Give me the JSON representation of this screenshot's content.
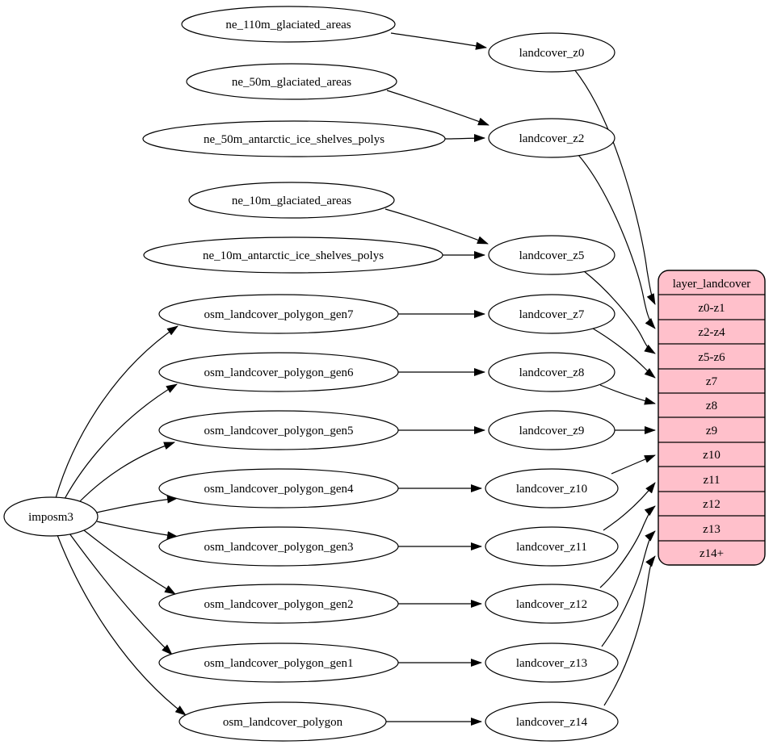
{
  "colors": {
    "background": "#ffffff",
    "node_fill": "#ffffff",
    "stroke": "#000000",
    "table_fill": "#ffc0cb"
  },
  "nodes": {
    "importer": "imposm3",
    "sources": [
      "ne_110m_glaciated_areas",
      "ne_50m_glaciated_areas",
      "ne_50m_antarctic_ice_shelves_polys",
      "ne_10m_glaciated_areas",
      "ne_10m_antarctic_ice_shelves_polys",
      "osm_landcover_polygon_gen7",
      "osm_landcover_polygon_gen6",
      "osm_landcover_polygon_gen5",
      "osm_landcover_polygon_gen4",
      "osm_landcover_polygon_gen3",
      "osm_landcover_polygon_gen2",
      "osm_landcover_polygon_gen1",
      "osm_landcover_polygon"
    ],
    "intermediate": [
      "landcover_z0",
      "landcover_z2",
      "landcover_z5",
      "landcover_z7",
      "landcover_z8",
      "landcover_z9",
      "landcover_z10",
      "landcover_z11",
      "landcover_z12",
      "landcover_z13",
      "landcover_z14"
    ],
    "table": {
      "title": "layer_landcover",
      "rows": [
        "z0-z1",
        "z2-z4",
        "z5-z6",
        "z7",
        "z8",
        "z9",
        "z10",
        "z11",
        "z12",
        "z13",
        "z14+"
      ]
    }
  }
}
